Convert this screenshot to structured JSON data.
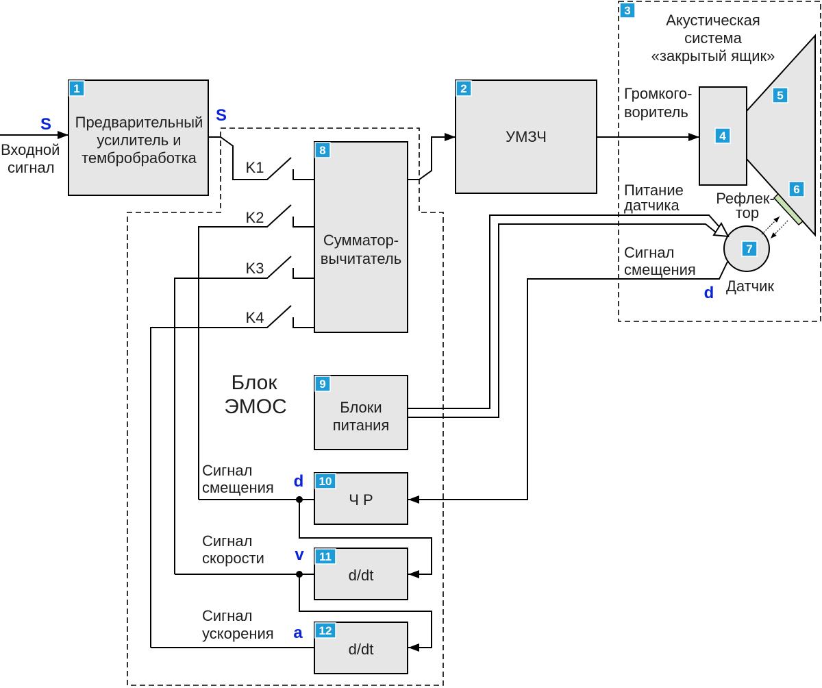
{
  "colors": {
    "block_fill": "#e6e6e6",
    "badge_fill": "#1d9bd6",
    "signal_letter": "#0a22d8",
    "reflector_fill": "#c9e4b4"
  },
  "input": {
    "letter": "S",
    "label": [
      "Входной",
      "сигнал"
    ]
  },
  "preamp": {
    "badge": "1",
    "label": [
      "Предварительный",
      "усилитель и",
      "тембробработка"
    ],
    "output_letter": "S"
  },
  "amplifier": {
    "badge": "2",
    "label": "УМЗЧ"
  },
  "acoustic_system": {
    "badge": "3",
    "label": [
      "Акустическая",
      "система",
      "«закрытый ящик»"
    ]
  },
  "loudspeaker": {
    "badge": "4",
    "label": [
      "Громкого-",
      "воритель"
    ]
  },
  "cone": {
    "badge": "5"
  },
  "reflector": {
    "badge": "6",
    "label": [
      "Рефлек-",
      "тор"
    ]
  },
  "sensor": {
    "badge": "7",
    "label": "Датчик",
    "output_letter": "d",
    "power_label": [
      "Питание",
      "датчика"
    ],
    "signal_label": [
      "Сигнал",
      "смещения"
    ]
  },
  "summator": {
    "badge": "8",
    "label": [
      "Сумматор-",
      "вычитатель"
    ]
  },
  "emos": {
    "label": [
      "Блок",
      "ЭМОС"
    ]
  },
  "switches": [
    "K1",
    "K2",
    "K3",
    "K4"
  ],
  "power_supply": {
    "badge": "9",
    "label": [
      "Блоки",
      "питания"
    ]
  },
  "block_10": {
    "badge": "10",
    "label": "Ч Р"
  },
  "block_11": {
    "badge": "11",
    "label": "d/dt"
  },
  "block_12": {
    "badge": "12",
    "label": "d/dt"
  },
  "feedback_signals": [
    {
      "label": [
        "Сигнал",
        "смещения"
      ],
      "letter": "d"
    },
    {
      "label": [
        "Сигнал",
        "скорости"
      ],
      "letter": "v"
    },
    {
      "label": [
        "Сигнал",
        "ускорения"
      ],
      "letter": "a"
    }
  ]
}
